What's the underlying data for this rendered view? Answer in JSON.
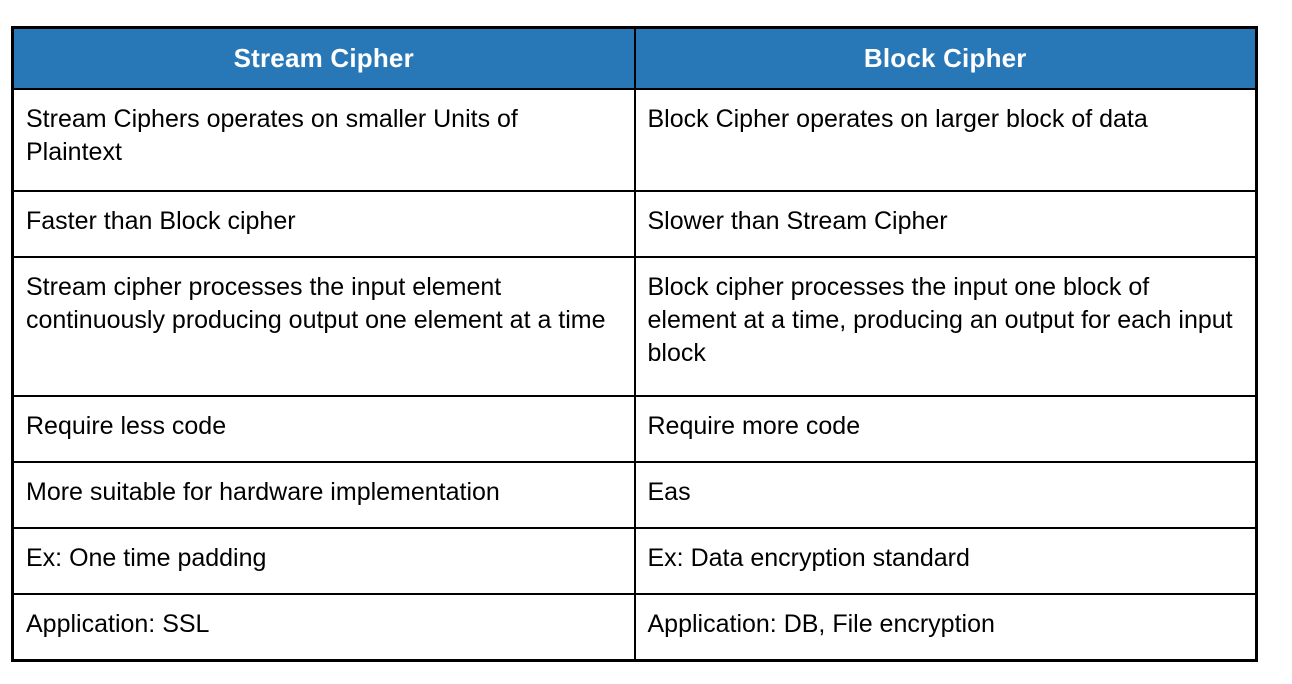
{
  "page": {
    "background_color": "#ffffff"
  },
  "table": {
    "semantic_title": "Stream Cipher vs Block Cipher comparison table",
    "colors": {
      "header_background": "#2878b8",
      "header_text": "#ffffff",
      "body_text": "#000000",
      "border": "#000000",
      "cell_background": "#ffffff"
    },
    "columns": [
      "Stream Cipher",
      "Block Cipher"
    ],
    "rows": [
      [
        "Stream Ciphers operates on smaller Units of Plaintext",
        "Block Cipher operates on larger block of data"
      ],
      [
        "Faster than Block cipher",
        "Slower than Stream Cipher"
      ],
      [
        "Stream cipher processes the input element continuously producing output one element at a time",
        "Block cipher processes the input one block of element at a time, producing an output for each input block"
      ],
      [
        "Require less code",
        "Require more code"
      ],
      [
        "More suitable for hardware implementation",
        "Eas"
      ],
      [
        "Ex: One time padding",
        "Ex: Data encryption standard"
      ],
      [
        "Application: SSL",
        "Application: DB, File encryption"
      ]
    ]
  }
}
